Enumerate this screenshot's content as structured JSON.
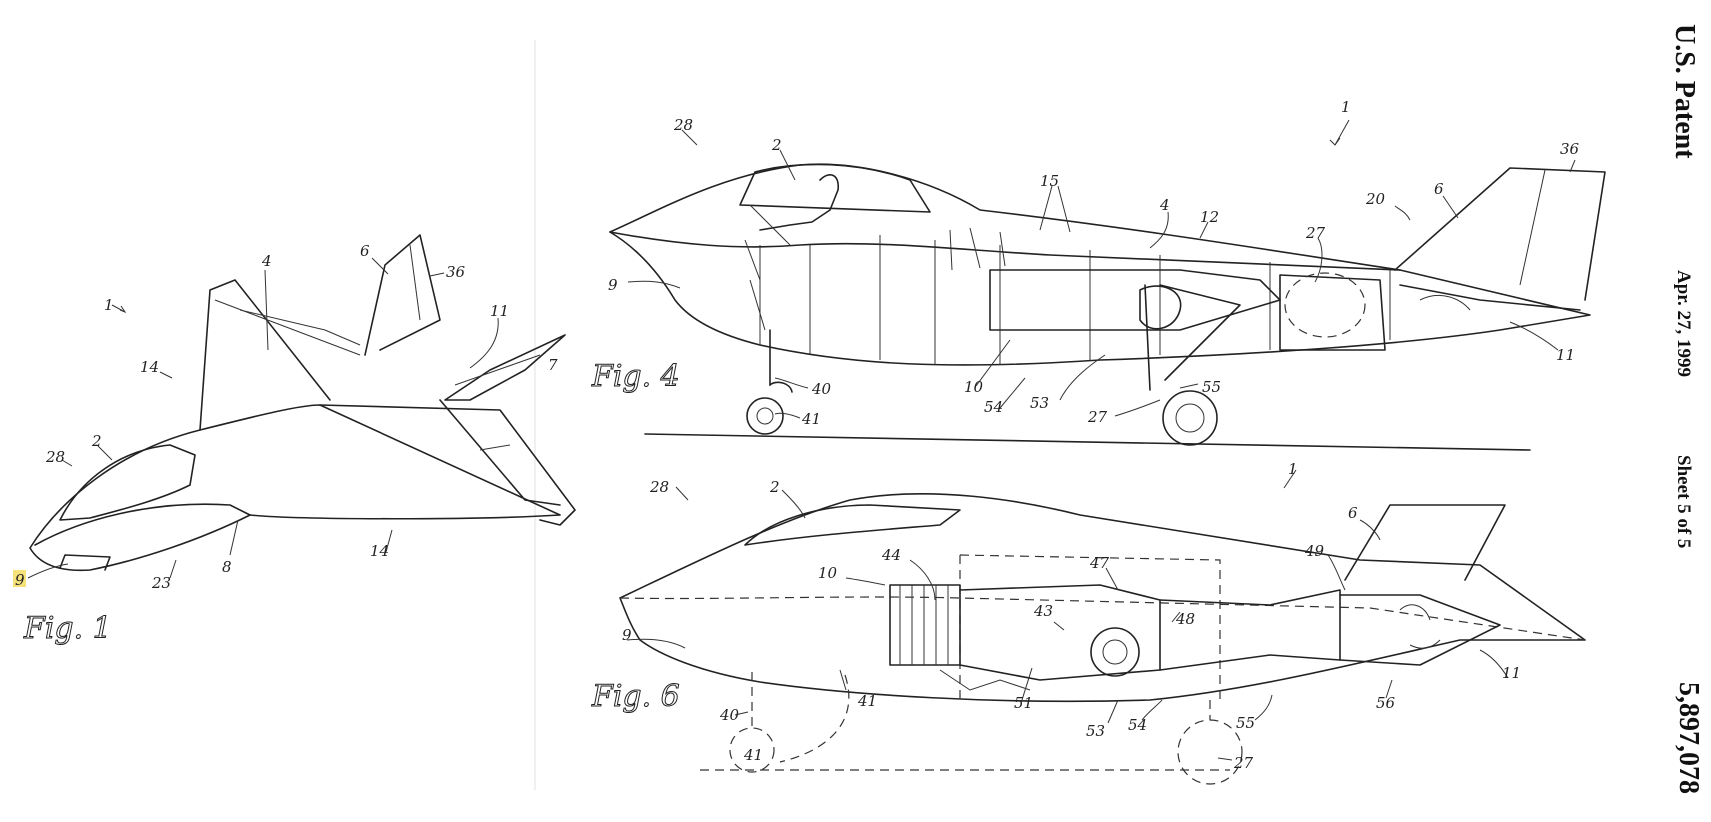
{
  "header": {
    "office": "U.S. Patent",
    "date": "Apr. 27, 1999",
    "sheet": "Sheet 5 of 5",
    "number": "5,897,078"
  },
  "figures": {
    "fig1": {
      "label": "Fig. 1"
    },
    "fig4": {
      "label": "Fig. 4"
    },
    "fig6": {
      "label": "Fig. 6"
    }
  },
  "refs": {
    "fig1": [
      "1",
      "4",
      "6",
      "36",
      "11",
      "7",
      "14",
      "2",
      "28",
      "14",
      "8",
      "23",
      "9"
    ],
    "fig4": [
      "1",
      "28",
      "2",
      "15",
      "4",
      "12",
      "27",
      "20",
      "6",
      "36",
      "9",
      "11",
      "40",
      "41",
      "10",
      "54",
      "53",
      "27",
      "55"
    ],
    "fig6": [
      "28",
      "2",
      "1",
      "6",
      "10",
      "44",
      "47",
      "49",
      "43",
      "48",
      "9",
      "11",
      "41",
      "40",
      "51",
      "53",
      "54",
      "55",
      "56",
      "27",
      "41"
    ]
  },
  "colors": {
    "highlight": "#f6e27a",
    "ink": "#222222"
  }
}
